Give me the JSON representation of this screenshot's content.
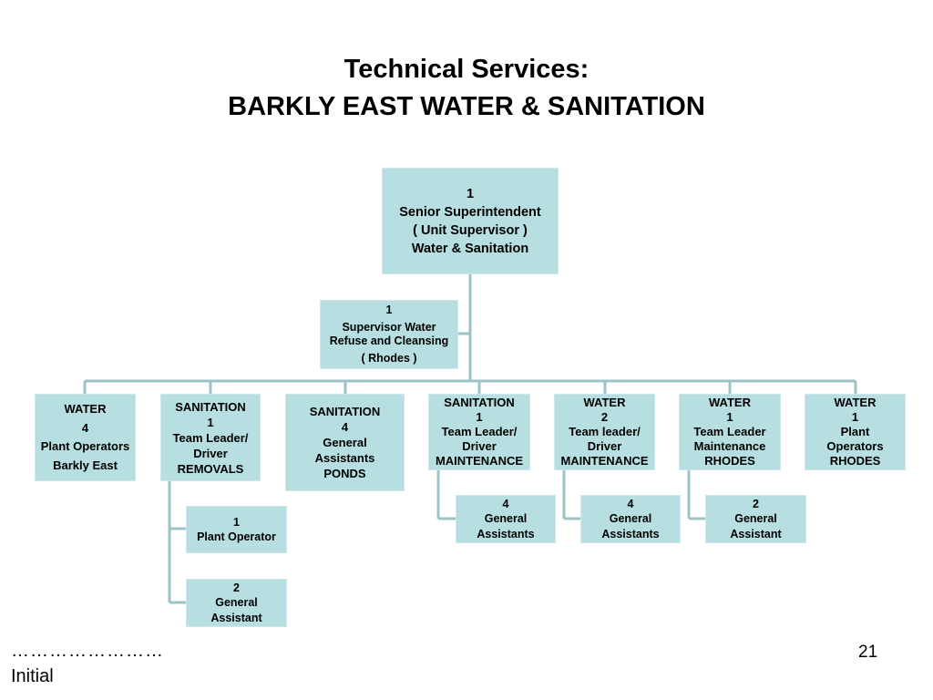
{
  "title": {
    "line1": "Technical Services:",
    "line2": "BARKLY EAST WATER & SANITATION"
  },
  "colors": {
    "box": "#b7dfe1",
    "connector": "#9fc3c5"
  },
  "boxes": {
    "head": {
      "line1": "1",
      "line2": "Senior Superintendent",
      "line3": "( Unit Supervisor )",
      "line4": "Water & Sanitation"
    },
    "supervisor": {
      "line1": "1",
      "line2": "Supervisor Water",
      "line3": "Refuse and Cleansing",
      "line4": "( Rhodes )"
    },
    "water_barkly": {
      "line1": "WATER",
      "line2": "4",
      "line3": "Plant Operators",
      "line4": "Barkly East"
    },
    "sanitation_removals": {
      "line1": "SANITATION",
      "line2": "1",
      "line3": "Team Leader/",
      "line4": "Driver",
      "line5": "REMOVALS"
    },
    "sanitation_ponds": {
      "line1": "SANITATION",
      "line2": "4",
      "line3": "General",
      "line4": "Assistants",
      "line5": "PONDS"
    },
    "sanitation_maintenance": {
      "line1": "SANITATION",
      "line2": "1",
      "line3": "Team Leader/",
      "line4": "Driver",
      "line5": "MAINTENANCE"
    },
    "water_maintenance": {
      "line1": "WATER",
      "line2": "2",
      "line3": "Team leader/",
      "line4": "Driver",
      "line5": "MAINTENANCE"
    },
    "water_rhodes_leader": {
      "line1": "WATER",
      "line2": "1",
      "line3": "Team Leader",
      "line4": "Maintenance",
      "line5": "RHODES"
    },
    "water_rhodes_operators": {
      "line1": "WATER",
      "line2": "1",
      "line3": "Plant",
      "line4": "Operators",
      "line5": "RHODES"
    },
    "plant_operator": {
      "line1": "1",
      "line2": "Plant Operator"
    },
    "removals_assistants": {
      "line1": "2",
      "line2": "General",
      "line3": "Assistant"
    },
    "san_maint_assistants": {
      "line1": "4",
      "line2": "General",
      "line3": "Assistants"
    },
    "water_maint_assistants": {
      "line1": "4",
      "line2": "General",
      "line3": "Assistants"
    },
    "rhodes_assistant": {
      "line1": "2",
      "line2": "General",
      "line3": "Assistant"
    }
  },
  "footer": {
    "dots": "……………………",
    "initial": "Initial",
    "page_number": "21"
  }
}
